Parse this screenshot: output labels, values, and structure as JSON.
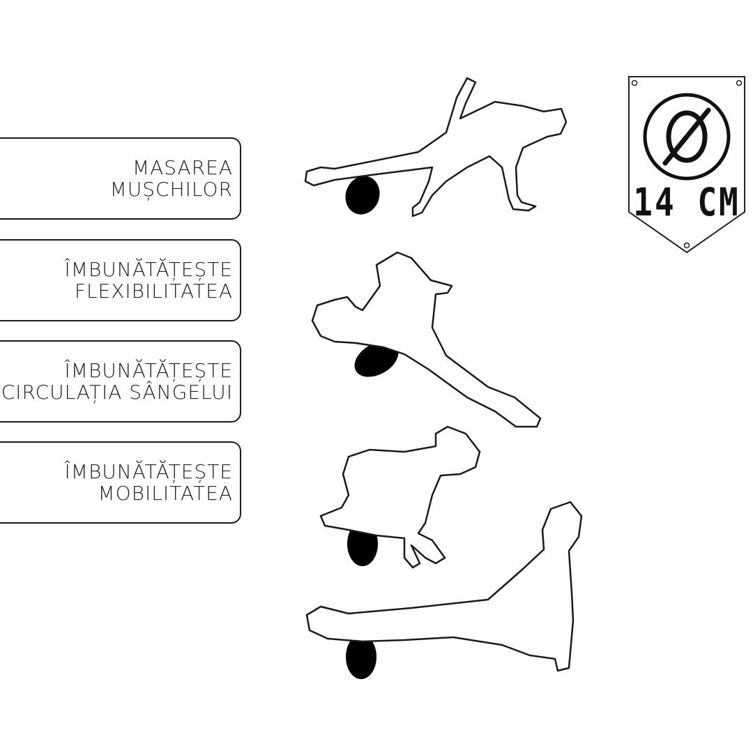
{
  "benefits": [
    {
      "lines": [
        "MASAREA",
        "MUȘCHILOR"
      ]
    },
    {
      "lines": [
        "ÎMBUNĂTĂȚEȘTE",
        "FLEXIBILITATEA"
      ]
    },
    {
      "lines": [
        "ÎMBUNĂTĂȚEȘTE",
        "CIRCULAȚIA SÂNGELUI"
      ]
    },
    {
      "lines": [
        "ÎMBUNĂTĂȚEȘTE",
        "MOBILITATEA"
      ]
    }
  ],
  "badge": {
    "icon": "diameter-icon",
    "size_label": "14 CM"
  },
  "figures": [
    "side-plank-roller",
    "lunge-stretch-roller",
    "quad-roll-roller",
    "calf-roll-roller"
  ],
  "colors": {
    "outline": "#1a1a1a",
    "roller": "#000000",
    "background": "#ffffff"
  }
}
